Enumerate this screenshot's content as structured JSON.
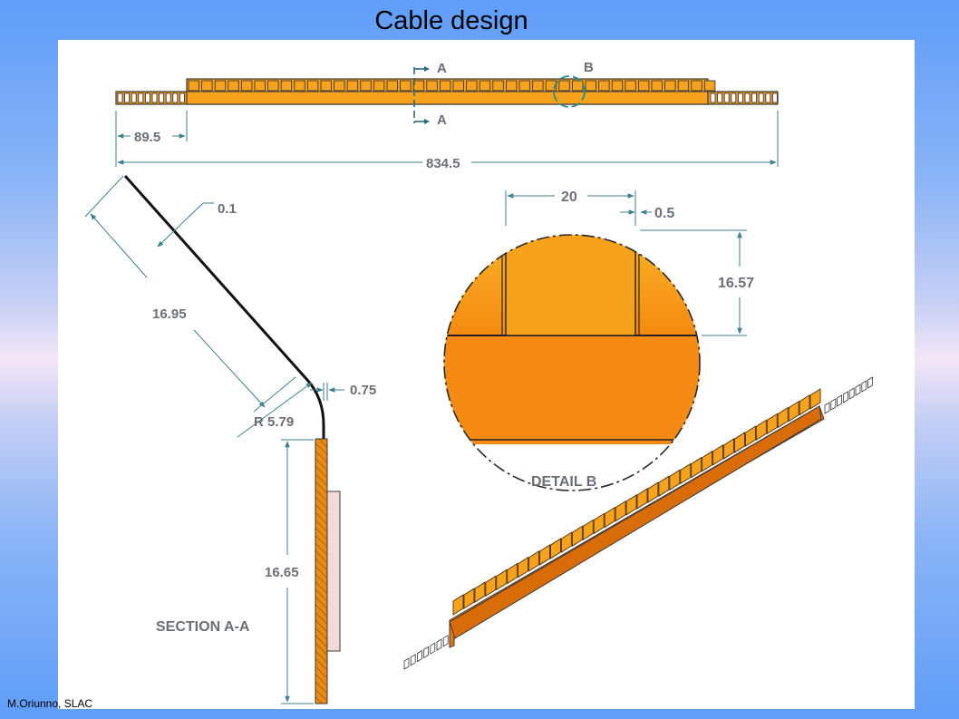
{
  "slide": {
    "title": "Cable design",
    "footer": "M.Oriunno, SLAC"
  },
  "colors": {
    "cable_orange": "#f7a21c",
    "cable_dark_orange": "#e8770a",
    "outline": "#3a3a3a",
    "dimension_line": "#3f7f8e",
    "detail_circle": "#2a8a8a",
    "label_gray": "#6a6f78"
  },
  "top_view": {
    "section_mark": "A",
    "detail_mark": "B",
    "dim_end_length": "89.5",
    "dim_total_length": "834.5"
  },
  "section_aa": {
    "title": "SECTION A-A",
    "dim_thickness": "0.1",
    "dim_bent_length": "16.95",
    "dim_offset": "0.75",
    "dim_radius": "R 5.79",
    "dim_straight_length": "16.65"
  },
  "detail_b": {
    "title": "DETAIL B",
    "dim_width": "20",
    "dim_gap": "0.5",
    "dim_height": "16.57"
  }
}
